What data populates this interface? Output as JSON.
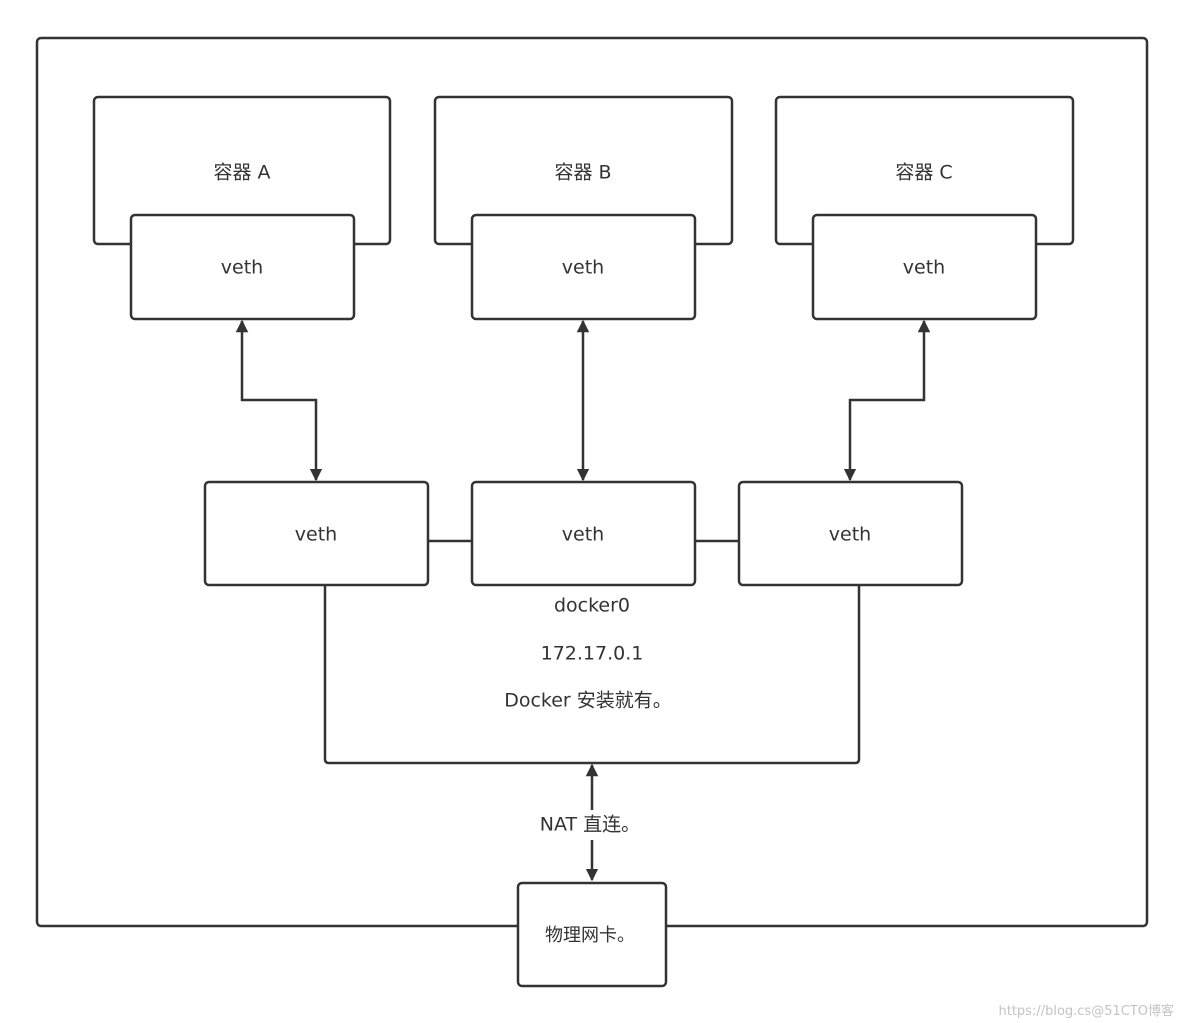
{
  "containers": [
    {
      "name": "容器 A",
      "veth": "veth"
    },
    {
      "name": "容器 B",
      "veth": "veth"
    },
    {
      "name": "容器 C",
      "veth": "veth"
    }
  ],
  "bridge": {
    "veth_labels": [
      "veth",
      "veth",
      "veth"
    ],
    "name": "docker0",
    "ip": "172.17.0.1",
    "note": "Docker 安装就有。"
  },
  "nat_label": "NAT 直连。",
  "physical_nic": "物理网卡。",
  "watermark": "https://blog.cs@51CTO博客"
}
